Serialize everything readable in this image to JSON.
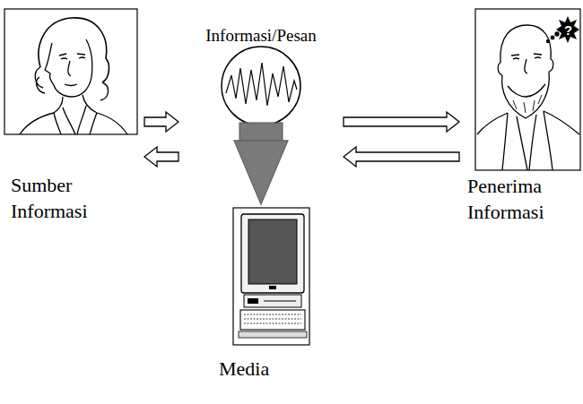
{
  "diagram": {
    "nodes": [
      {
        "text": [
          "Sumber Informasi"
        ]
      },
      {
        "text": [
          "Informasi/Pesan"
        ]
      },
      {
        "text": [
          "Penerima Informasi"
        ]
      },
      {
        "text": [
          "Media"
        ]
      }
    ],
    "edges": [
      {
        "from": 0,
        "to": 1,
        "arrow": "to"
      },
      {
        "from": 1,
        "to": 0,
        "arrow": "to"
      },
      {
        "from": 1,
        "to": 2,
        "arrow": "to"
      },
      {
        "from": 2,
        "to": 1,
        "arrow": "to"
      },
      {
        "from": 1,
        "to": 3,
        "arrow": "to"
      }
    ],
    "labels": [
      "?"
    ]
  }
}
